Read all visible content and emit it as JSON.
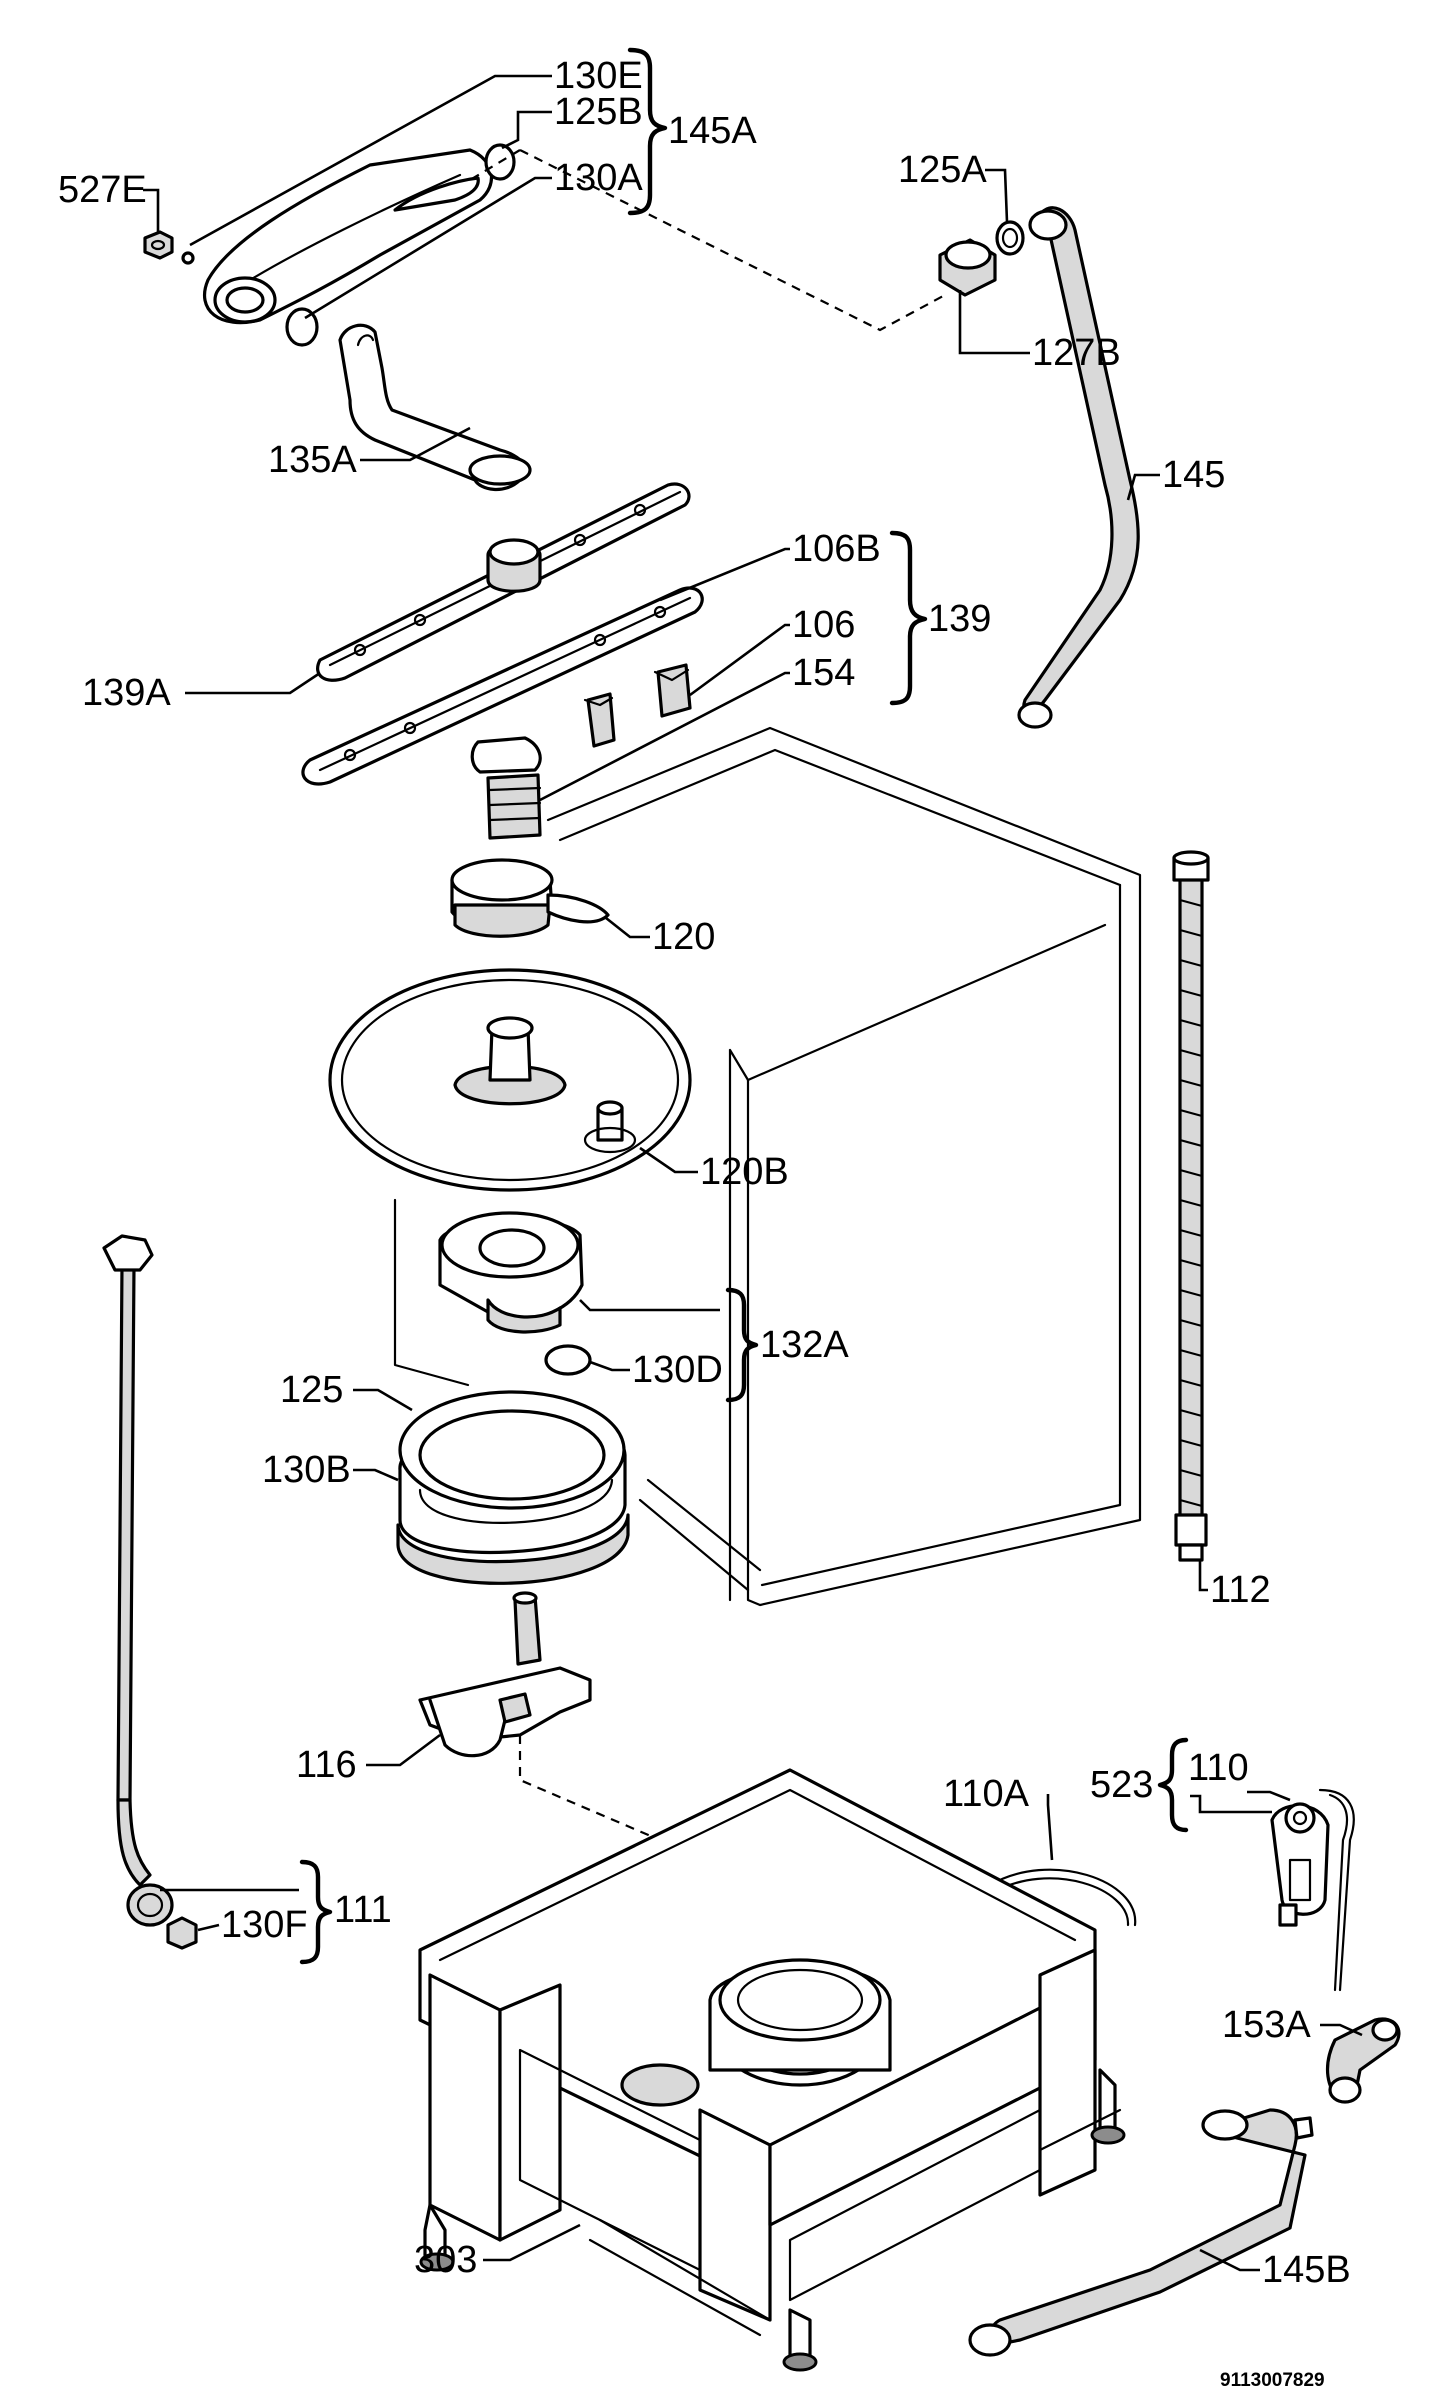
{
  "labels": {
    "l_130E": "130E",
    "l_125B": "125B",
    "l_145A": "145A",
    "l_130A": "130A",
    "l_527E": "527E",
    "l_125A": "125A",
    "l_127B": "127B",
    "l_135A": "135A",
    "l_145": "145",
    "l_106B": "106B",
    "l_139": "139",
    "l_106": "106",
    "l_154": "154",
    "l_139A": "139A",
    "l_120": "120",
    "l_120B": "120B",
    "l_132A": "132A",
    "l_130D": "130D",
    "l_125": "125",
    "l_130B": "130B",
    "l_112": "112",
    "l_116": "116",
    "l_110A": "110A",
    "l_523": "523",
    "l_110": "110",
    "l_111": "111",
    "l_130F": "130F",
    "l_153A": "153A",
    "l_303": "303",
    "l_145B": "145B"
  },
  "drawing_id": "9113007829",
  "colors": {
    "line": "#000000",
    "fill": "#ffffff",
    "shade": "#d9d9d9",
    "dark": "#8c8c8c"
  }
}
